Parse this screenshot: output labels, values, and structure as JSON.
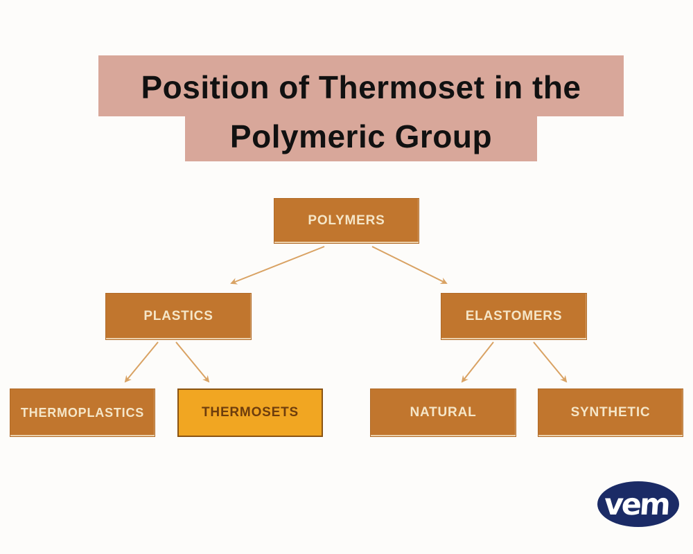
{
  "title": {
    "line1": "Position of Thermoset in the",
    "line2": "Polymeric Group",
    "highlight_color": "#d8a79a",
    "text_color": "#111111"
  },
  "diagram": {
    "nodes": [
      {
        "id": "polymers",
        "label": "POLYMERS",
        "variant": "orange"
      },
      {
        "id": "plastics",
        "label": "PLASTICS",
        "variant": "orange"
      },
      {
        "id": "elastomers",
        "label": "ELASTOMERS",
        "variant": "orange"
      },
      {
        "id": "thermoplastics",
        "label": "THERMOPLASTICS",
        "variant": "orange"
      },
      {
        "id": "thermosets",
        "label": "THERMOSETS",
        "variant": "highlighted"
      },
      {
        "id": "natural",
        "label": "NATURAL",
        "variant": "orange"
      },
      {
        "id": "synthetic",
        "label": "SYNTHETIC",
        "variant": "orange"
      }
    ],
    "edges": [
      {
        "from": "polymers",
        "to": "plastics"
      },
      {
        "from": "polymers",
        "to": "elastomers"
      },
      {
        "from": "plastics",
        "to": "thermoplastics"
      },
      {
        "from": "plastics",
        "to": "thermosets"
      },
      {
        "from": "elastomers",
        "to": "natural"
      },
      {
        "from": "elastomers",
        "to": "synthetic"
      }
    ],
    "colors": {
      "node_fill": "#c1762e",
      "node_border": "#b06a27",
      "node_text": "#f5e6c8",
      "highlight_fill": "#f1a622",
      "highlight_border": "#8a5312",
      "highlight_text": "#6e3d0d",
      "arrow": "#d9a263"
    }
  },
  "logo": {
    "text": "vem",
    "bg_color": "#1b2b66",
    "text_color": "#ffffff"
  }
}
